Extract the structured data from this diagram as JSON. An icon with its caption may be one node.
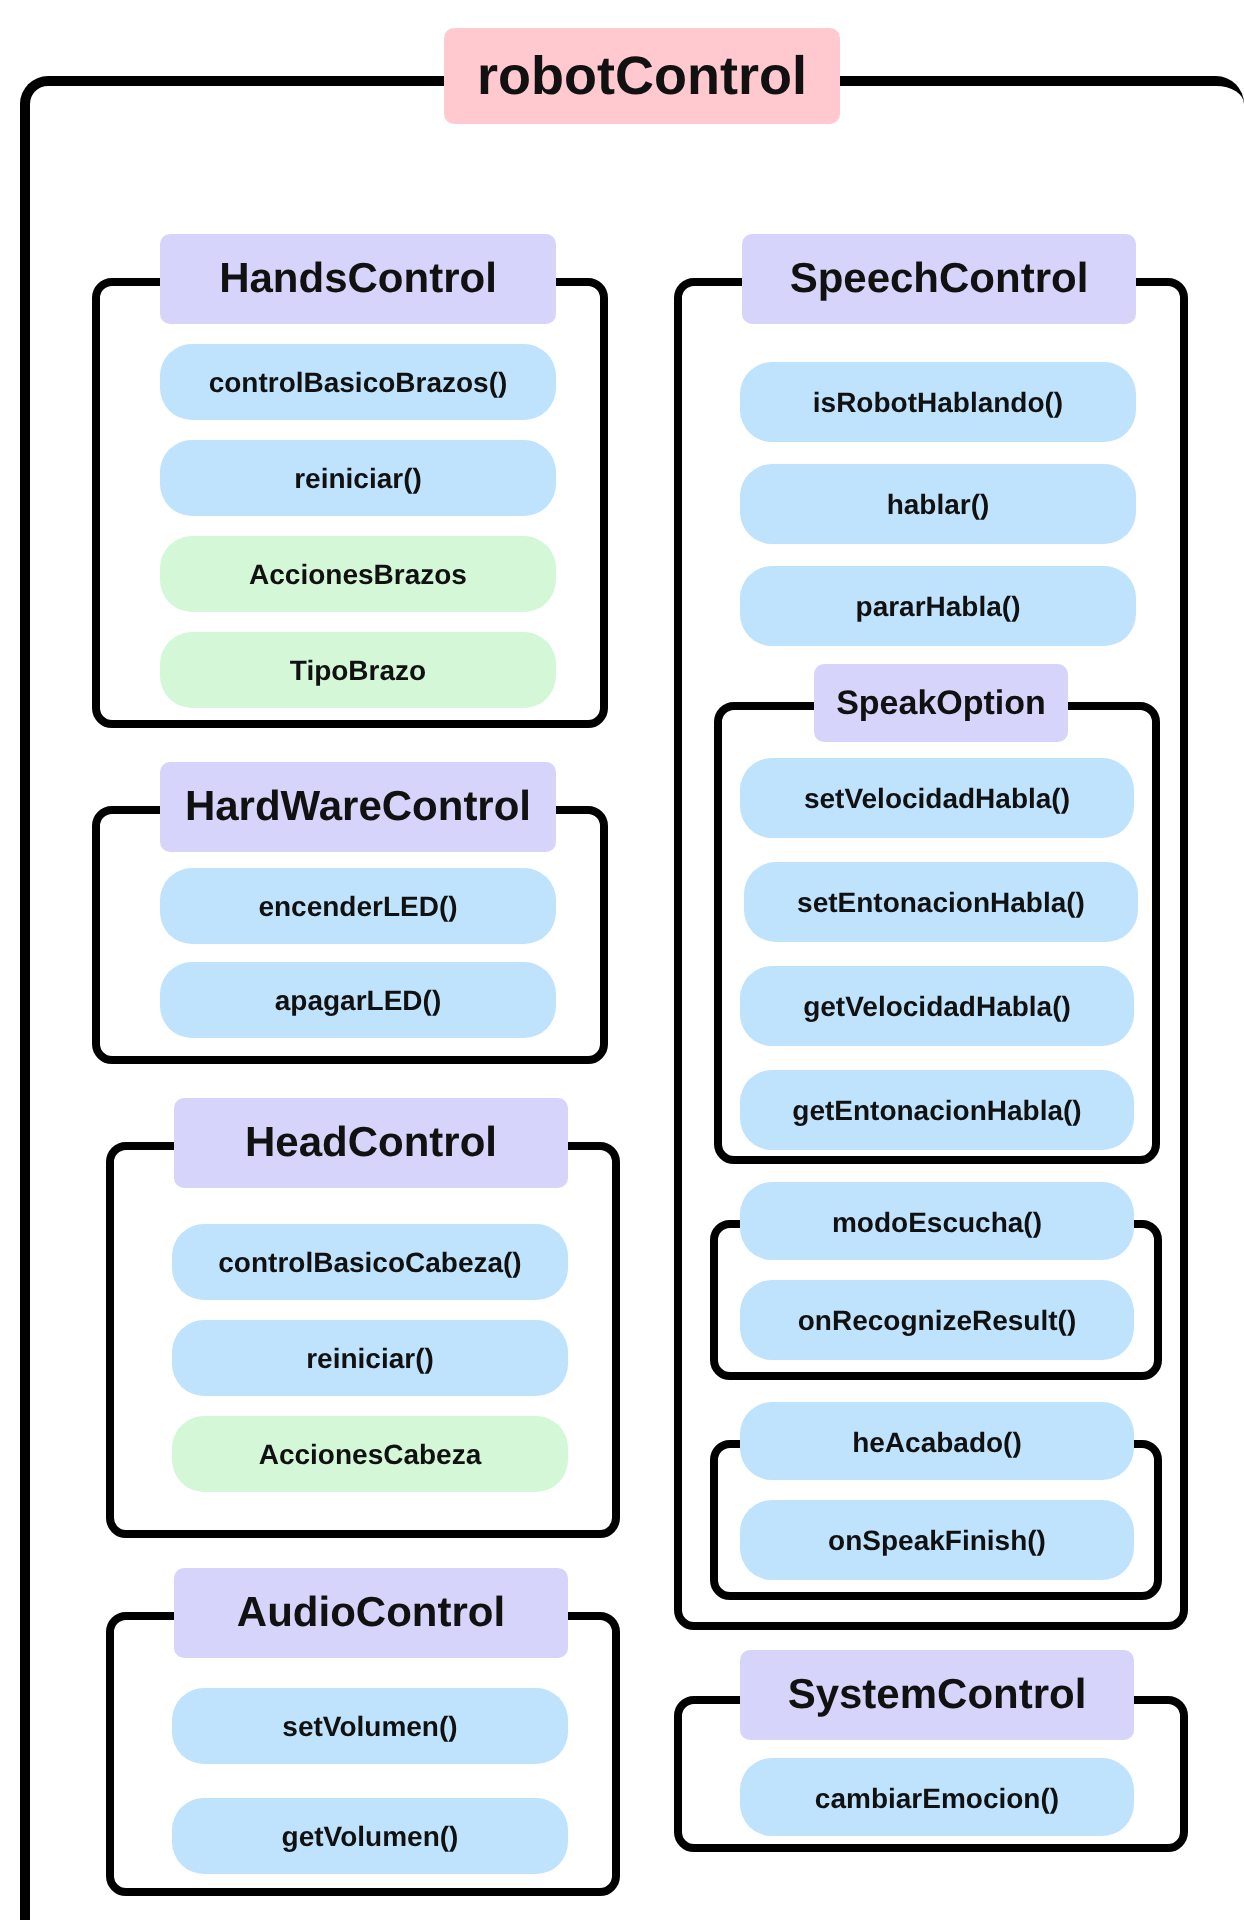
{
  "diagram": {
    "nodes": [
      {
        "text": [
          "robotControl"
        ]
      },
      {
        "text": [
          "HandsControl"
        ],
        "in": 0
      },
      {
        "text": [
          "controlBasicoBrazos()"
        ],
        "in": 1
      },
      {
        "text": [
          "reiniciar()"
        ],
        "in": 1
      },
      {
        "text": [
          "AccionesBrazos"
        ],
        "in": 1
      },
      {
        "text": [
          "TipoBrazo"
        ],
        "in": 1
      },
      {
        "text": [
          "HardWareControl"
        ],
        "in": 0
      },
      {
        "text": [
          "encenderLED()"
        ],
        "in": 6
      },
      {
        "text": [
          "apagarLED()"
        ],
        "in": 6
      },
      {
        "text": [
          "HeadControl"
        ],
        "in": 0
      },
      {
        "text": [
          "controlBasicoCabeza()"
        ],
        "in": 9
      },
      {
        "text": [
          "reiniciar()"
        ],
        "in": 9
      },
      {
        "text": [
          "AccionesCabeza"
        ],
        "in": 9
      },
      {
        "text": [
          "AudioControl"
        ],
        "in": 0
      },
      {
        "text": [
          "setVolumen()"
        ],
        "in": 13
      },
      {
        "text": [
          "getVolumen()"
        ],
        "in": 13
      },
      {
        "text": [
          "SpeechControl"
        ],
        "in": 0
      },
      {
        "text": [
          "isRobotHablando()"
        ],
        "in": 16
      },
      {
        "text": [
          "hablar()"
        ],
        "in": 16
      },
      {
        "text": [
          "pararHabla()"
        ],
        "in": 16
      },
      {
        "text": [
          "SpeakOption"
        ],
        "in": 16
      },
      {
        "text": [
          "setVelocidadHabla()"
        ],
        "in": 20
      },
      {
        "text": [
          "setEntonacionHabla()"
        ],
        "in": 20
      },
      {
        "text": [
          "getVelocidadHabla()"
        ],
        "in": 20
      },
      {
        "text": [
          "getEntonacionHabla()"
        ],
        "in": 20
      },
      {
        "text": [],
        "shape": "box",
        "in": 16
      },
      {
        "text": [
          "modoEscucha()"
        ],
        "in": 25
      },
      {
        "text": [
          "onRecognizeResult()"
        ],
        "in": 25
      },
      {
        "text": [],
        "shape": "box",
        "in": 16
      },
      {
        "text": [
          "heAcabado()"
        ],
        "in": 28
      },
      {
        "text": [
          "onSpeakFinish()"
        ],
        "in": 28
      },
      {
        "text": [
          "SystemControl"
        ],
        "in": 0
      },
      {
        "text": [
          "cambiarEmocion()"
        ],
        "in": 31
      }
    ]
  }
}
